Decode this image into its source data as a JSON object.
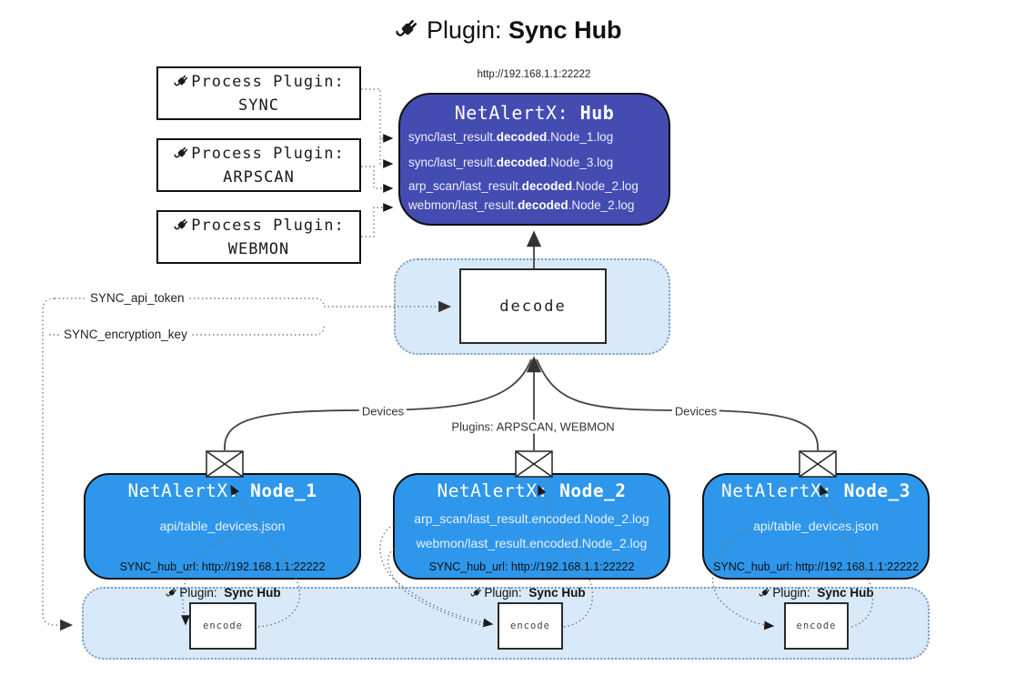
{
  "title": {
    "icon": "plug-icon",
    "prefix": "Plugin:",
    "name": "Sync Hub"
  },
  "hub": {
    "url_label": "http://192.168.1.1:22222",
    "title_prefix": "NetAlertX: ",
    "title_name": "Hub",
    "entries": [
      {
        "pre": "sync/last_result.",
        "bold": "decoded",
        "post": ".Node_1.log"
      },
      {
        "pre": "sync/last_result.",
        "bold": "decoded",
        "post": ".Node_3.log"
      },
      {
        "pre": "arp_scan/last_result.",
        "bold": "decoded",
        "post": ".Node_2.log"
      },
      {
        "pre": "webmon/last_result.",
        "bold": "decoded",
        "post": ".Node_2.log"
      }
    ]
  },
  "process_plugins": [
    {
      "line1": "Process Plugin:",
      "line2": "SYNC"
    },
    {
      "line1": "Process Plugin:",
      "line2": "ARPSCAN"
    },
    {
      "line1": "Process Plugin:",
      "line2": "WEBMON"
    }
  ],
  "decode": {
    "label": "decode"
  },
  "tokens": {
    "api_token": "SYNC_api_token",
    "encryption_key": "SYNC_encryption_key"
  },
  "edges": {
    "devices_left": "Devices",
    "plugins_center": "Plugins: ARPSCAN, WEBMON",
    "devices_right": "Devices"
  },
  "nodes": [
    {
      "title_prefix": "NetAlertX: ",
      "title_name": "Node_1",
      "lines": [
        "api/table_devices.json"
      ],
      "hub_url": "SYNC_hub_url: http://192.168.1.1:22222"
    },
    {
      "title_prefix": "NetAlertX: ",
      "title_name": "Node_2",
      "lines": [
        "arp_scan/last_result.encoded.Node_2.log",
        "webmon/last_result.encoded.Node_2.log"
      ],
      "hub_url": "SYNC_hub_url: http://192.168.1.1:22222"
    },
    {
      "title_prefix": "NetAlertX: ",
      "title_name": "Node_3",
      "lines": [
        "api/table_devices.json"
      ],
      "hub_url": "SYNC_hub_url: http://192.168.1.1:22222"
    }
  ],
  "encoders": [
    {
      "label_prefix": "Plugin:",
      "label_name": "Sync Hub",
      "box_label": "encode"
    },
    {
      "label_prefix": "Plugin:",
      "label_name": "Sync Hub",
      "box_label": "encode"
    },
    {
      "label_prefix": "Plugin:",
      "label_name": "Sync Hub",
      "box_label": "encode"
    }
  ],
  "colors": {
    "hub_fill": "#444CB2",
    "node_fill": "#2E97EC",
    "container_fill": "#D8E9FA",
    "container_border": "#7E9CC0",
    "edge_solid": "#444444",
    "edge_dotted": "#808080"
  }
}
